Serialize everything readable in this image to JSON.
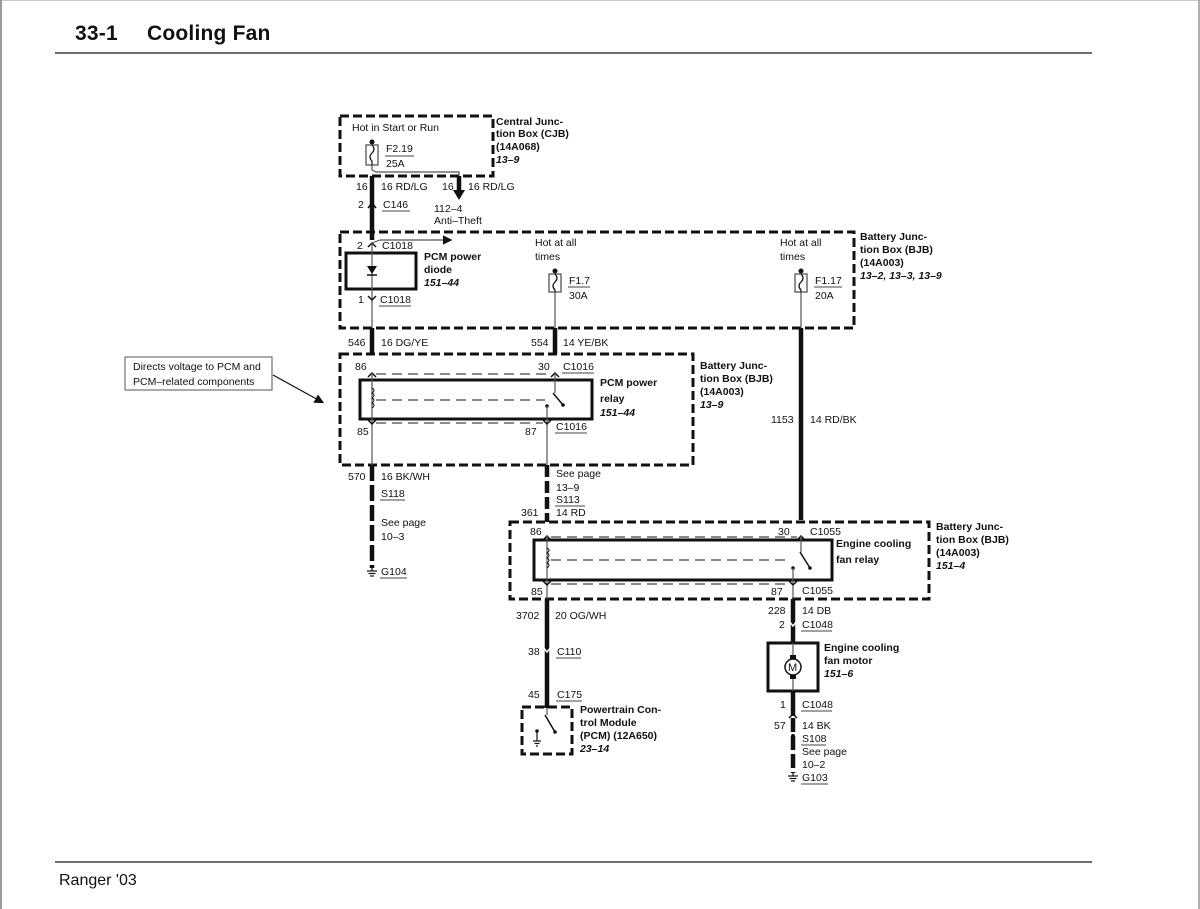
{
  "header": {
    "section_number": "33-1",
    "title": "Cooling Fan"
  },
  "footer": {
    "text": "Ranger '03"
  },
  "callout": {
    "line1": "Directs voltage to PCM and",
    "line2": "PCM–related components"
  },
  "cjb": {
    "name_line1": "Central Junc-",
    "name_line2": "tion Box (CJB)",
    "part": "(14A068)",
    "ref": "13–9",
    "hot_label": "Hot in Start or Run",
    "fuse": {
      "id": "F2.19",
      "rating": "25A"
    }
  },
  "wires_top": {
    "left_circuit": "16",
    "left_gauge": "16 RD/LG",
    "right_circuit": "16",
    "right_gauge": "16 RD/LG",
    "c146_pin": "2",
    "c146": "C146",
    "antitheft_ref": "112–4",
    "antitheft_label": "Anti–Theft"
  },
  "bjb_top": {
    "name_line1": "Battery Junc-",
    "name_line2": "tion Box (BJB)",
    "part": "(14A003)",
    "ref": "13–2, 13–3, 13–9",
    "diode": {
      "label_line1": "PCM power",
      "label_line2": "diode",
      "ref": "151–44",
      "pin_top": "2",
      "pin_bottom": "1",
      "connector": "C1018"
    },
    "fuse_f17": {
      "hot_line1": "Hot at all",
      "hot_line2": "times",
      "id": "F1.7",
      "rating": "30A"
    },
    "fuse_f117": {
      "hot_line1": "Hot at all",
      "hot_line2": "times",
      "id": "F1.17",
      "rating": "20A"
    }
  },
  "wires_mid": {
    "w546": "546",
    "w546_gauge": "16 DG/YE",
    "w554": "554",
    "w554_gauge": "14 YE/BK",
    "w1153": "1153",
    "w1153_gauge": "14 RD/BK"
  },
  "pcm_relay_box": {
    "name_line1": "Battery Junc-",
    "name_line2": "tion Box (BJB)",
    "part": "(14A003)",
    "ref": "13–9",
    "relay_line1": "PCM power",
    "relay_line2": "relay",
    "relay_ref": "151–44",
    "pin86": "86",
    "pin85": "85",
    "pin30": "30",
    "pin87": "87",
    "connector": "C1016"
  },
  "wires_lower": {
    "w570": "570",
    "w570_gauge": "16 BK/WH",
    "s118": "S118",
    "s118_see_page": "See page",
    "s118_page": "10–3",
    "g104": "G104",
    "see_page": "See page",
    "see_page_ref": "13–9",
    "s113": "S113",
    "w361": "361",
    "w361_gauge": "14 RD"
  },
  "fan_relay_box": {
    "name_line1": "Battery Junc-",
    "name_line2": "tion Box (BJB)",
    "part": "(14A003)",
    "ref": "151–4",
    "relay_line1": "Engine cooling",
    "relay_line2": "fan relay",
    "pin86": "86",
    "pin85": "85",
    "pin30": "30",
    "pin87": "87",
    "connector": "C1055"
  },
  "pcm_branch": {
    "w3702": "3702",
    "w3702_gauge": "20 OG/WH",
    "c110_pin": "38",
    "c110": "C110",
    "c175_pin": "45",
    "c175": "C175",
    "pcm_line1": "Powertrain Con-",
    "pcm_line2": "trol Module",
    "pcm_line3": "(PCM) (12A650)",
    "pcm_ref": "23–14"
  },
  "motor_branch": {
    "w228": "228",
    "w228_gauge": "14 DB",
    "c1048_top_pin": "2",
    "c1048": "C1048",
    "motor_line1": "Engine cooling",
    "motor_line2": "fan motor",
    "motor_ref": "151–6",
    "motor_symbol": "M",
    "c1048_bottom_pin": "1",
    "w57": "57",
    "w57_gauge": "14 BK",
    "s108": "S108",
    "see_page": "See page",
    "see_page_ref": "10–2",
    "g103": "G103"
  }
}
